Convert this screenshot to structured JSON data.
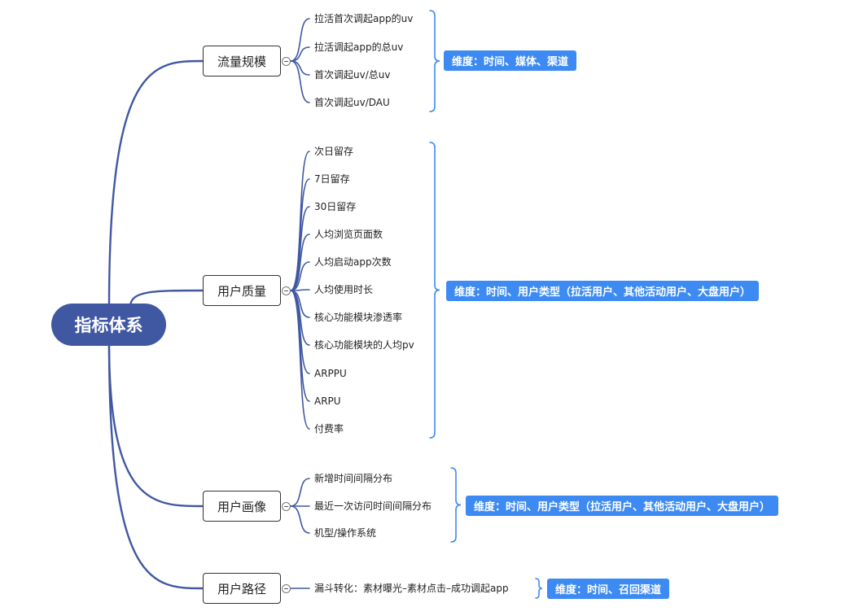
{
  "root": {
    "label": "指标体系"
  },
  "branches": [
    {
      "label": "流量规模",
      "leaves": [
        "拉活首次调起app的uv",
        "拉活调起app的总uv",
        "首次调起uv/总uv",
        "首次调起uv/DAU"
      ],
      "dimension": "维度：时间、媒体、渠道"
    },
    {
      "label": "用户质量",
      "leaves": [
        "次日留存",
        "7日留存",
        "30日留存",
        "人均浏览页面数",
        "人均启动app次数",
        "人均使用时长",
        "核心功能模块渗透率",
        "核心功能模块的人均pv",
        "ARPPU",
        "ARPU",
        "付费率"
      ],
      "dimension": "维度：时间、用户类型（拉活用户、其他活动用户、大盘用户）"
    },
    {
      "label": "用户画像",
      "leaves": [
        "新增时间间隔分布",
        "最近一次访问时间间隔分布",
        "机型/操作系统"
      ],
      "dimension": "维度：时间、用户类型（拉活用户、其他活动用户、大盘用户）"
    },
    {
      "label": "用户路径",
      "leaves": [
        "漏斗转化：素材曝光–素材点击–成功调起app"
      ],
      "dimension": "维度：时间、召回渠道"
    }
  ],
  "colors": {
    "root": "#3f58a1",
    "connector": "#3f58a1",
    "bracket": "#3d8bf2",
    "dimension_box": "#3d8bf2"
  }
}
